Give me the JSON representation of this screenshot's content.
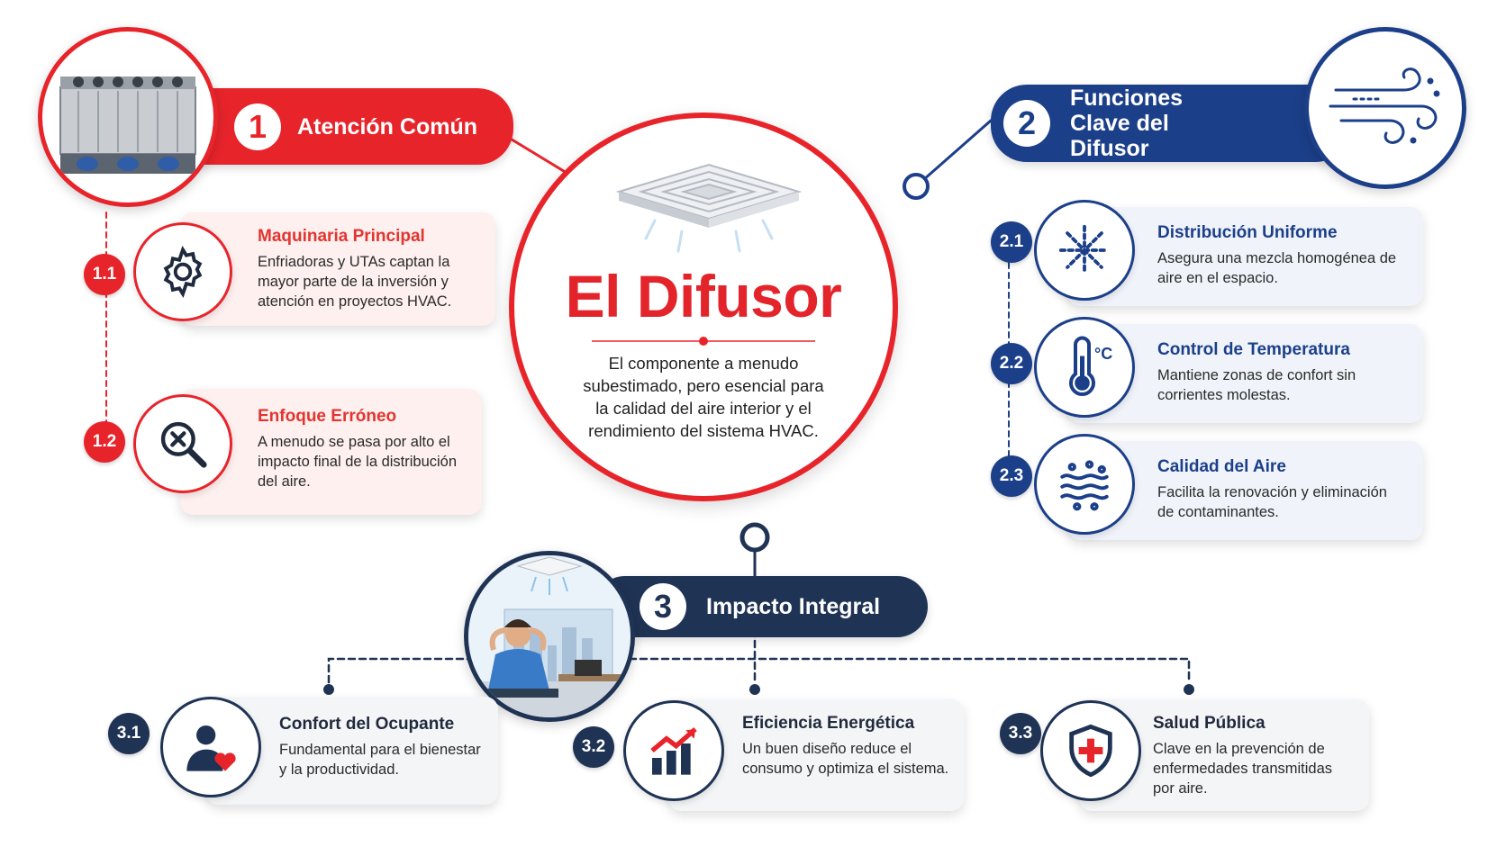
{
  "center": {
    "title": "El Difusor",
    "description": "El componente a menudo subestimado, pero esencial para la calidad del aire interior y el rendimiento del sistema HVAC."
  },
  "sections": [
    {
      "number": "1",
      "title": "Atención Común",
      "items": [
        {
          "badge": "1.1",
          "title": "Maquinaria Principal",
          "description": "Enfriadoras y UTAs captan la mayor parte de la inversión y atención en proyectos HVAC.",
          "icon": "gear-icon"
        },
        {
          "badge": "1.2",
          "title": "Enfoque Erróneo",
          "description": "A menudo se pasa por alto el impacto final de la distribución del aire.",
          "icon": "magnifier-x-icon"
        }
      ]
    },
    {
      "number": "2",
      "title": "Funciones Clave del Difusor",
      "items": [
        {
          "badge": "2.1",
          "title": "Distribución Uniforme",
          "description": "Asegura una mezcla homogénea de aire en el espacio.",
          "icon": "airflow-arrows-icon"
        },
        {
          "badge": "2.2",
          "title": "Control de Temperatura",
          "description": "Mantiene zonas de confort sin corrientes molestas.",
          "icon": "thermometer-icon",
          "unit": "°C"
        },
        {
          "badge": "2.3",
          "title": "Calidad del Aire",
          "description": "Facilita la renovación y eliminación de contaminantes.",
          "icon": "air-waves-icon"
        }
      ]
    },
    {
      "number": "3",
      "title": "Impacto Integral",
      "items": [
        {
          "badge": "3.1",
          "title": "Confort del Ocupante",
          "description": "Fundamental para el bienestar y la productividad.",
          "icon": "person-heart-icon"
        },
        {
          "badge": "3.2",
          "title": "Eficiencia Energética",
          "description": "Un buen diseño reduce el consumo y optimiza el sistema.",
          "icon": "growth-chart-icon"
        },
        {
          "badge": "3.3",
          "title": "Salud Pública",
          "description": "Clave en la prevención de enfermedades transmitidas por aire.",
          "icon": "health-shield-icon"
        }
      ]
    }
  ],
  "colors": {
    "red": "#e8242b",
    "blue": "#1c3f8a",
    "navy": "#1f3354"
  }
}
